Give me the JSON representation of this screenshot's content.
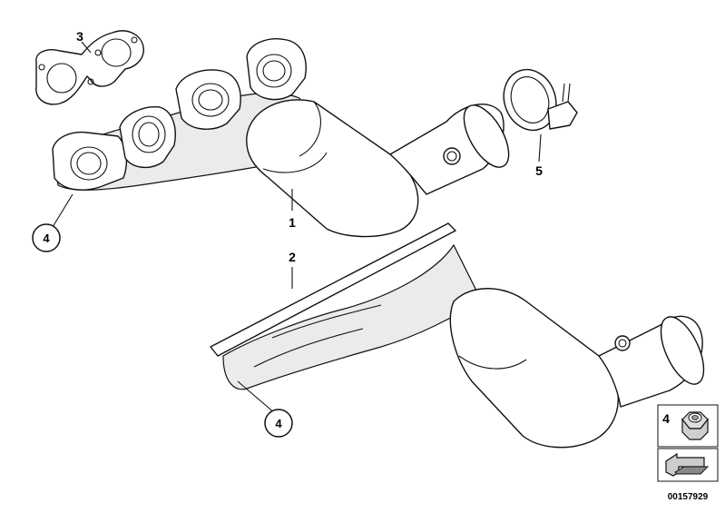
{
  "parts": [
    {
      "number": "1"
    },
    {
      "number": "2"
    },
    {
      "number": "3"
    },
    {
      "number": "4"
    },
    {
      "number": "5"
    }
  ],
  "callouts": [
    {
      "number": "4"
    },
    {
      "number": "4"
    }
  ],
  "legend": {
    "item_number": "4",
    "icon_nut": "hex-nut-icon",
    "icon_arrow": "arrow-icon"
  },
  "reference_code": "00157929"
}
